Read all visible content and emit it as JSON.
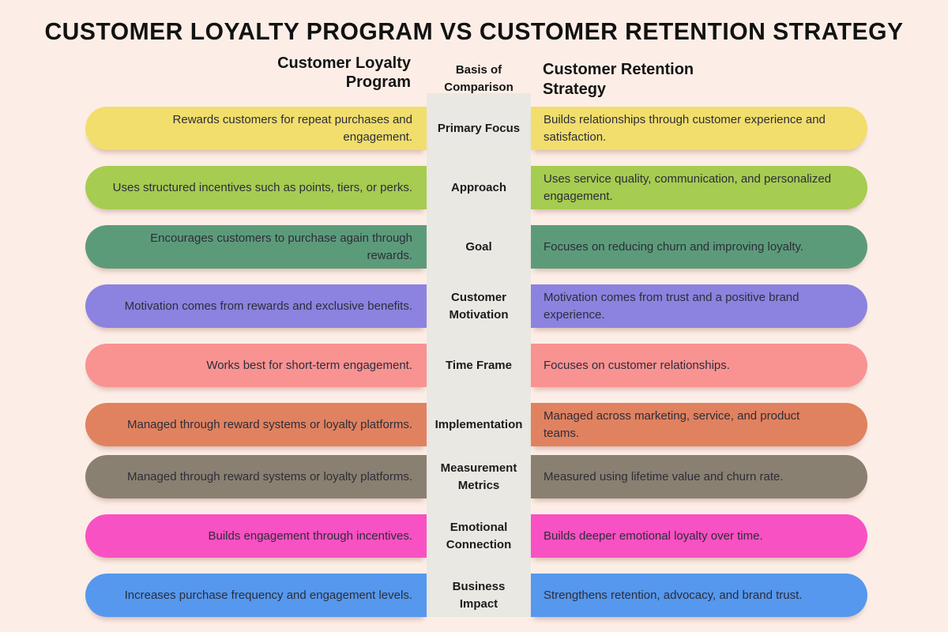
{
  "title": "CUSTOMER LOYALTY PROGRAM VS CUSTOMER RETENTION STRATEGY",
  "columns": {
    "left": "Customer Loyalty Program",
    "center": "Basis of Comparison",
    "right": "Customer Retention Strategy"
  },
  "colors": {
    "background": "#FCEEE7",
    "center_strip": "#EAE8E3",
    "title_text": "#121212",
    "cell_text": "#2D2D3A"
  },
  "rows": [
    {
      "basis": "Primary Focus",
      "loyalty": "Rewards customers for repeat purchases and engagement.",
      "retention": "Builds relationships through customer experience and satisfaction.",
      "color": "#F2DE6C"
    },
    {
      "basis": "Approach",
      "loyalty": "Uses structured incentives such as points, tiers, or perks.",
      "retention": "Uses service quality, communication, and personalized engagement.",
      "color": "#A6CC51"
    },
    {
      "basis": "Goal",
      "loyalty": "Encourages customers to purchase again through rewards.",
      "retention": "Focuses on reducing churn and improving loyalty.",
      "color": "#5C9B7A"
    },
    {
      "basis": "Customer Motivation",
      "loyalty": "Motivation comes from rewards and exclusive benefits.",
      "retention": "Motivation comes from trust and a positive brand experience.",
      "color": "#8B83DF"
    },
    {
      "basis": "Time Frame",
      "loyalty": "Works best for short-term engagement.",
      "retention": "Focuses on customer relationships.",
      "color": "#F89392"
    },
    {
      "basis": "Implementation",
      "loyalty": "Managed through reward systems or loyalty platforms.",
      "retention": "Managed across marketing, service, and product teams.",
      "color": "#E08260"
    },
    {
      "basis": "Measurement Metrics",
      "loyalty": "Managed through reward systems or loyalty platforms.",
      "retention": "Measured using lifetime value and churn rate.",
      "color": "#8A8071"
    },
    {
      "basis": "Emotional Connection",
      "loyalty": "Builds engagement through incentives.",
      "retention": "Builds deeper emotional loyalty over time.",
      "color": "#F851C3"
    },
    {
      "basis": "Business Impact",
      "loyalty": "Increases purchase frequency and engagement levels.",
      "retention": "Strengthens retention, advocacy, and brand trust.",
      "color": "#5598EE"
    }
  ]
}
